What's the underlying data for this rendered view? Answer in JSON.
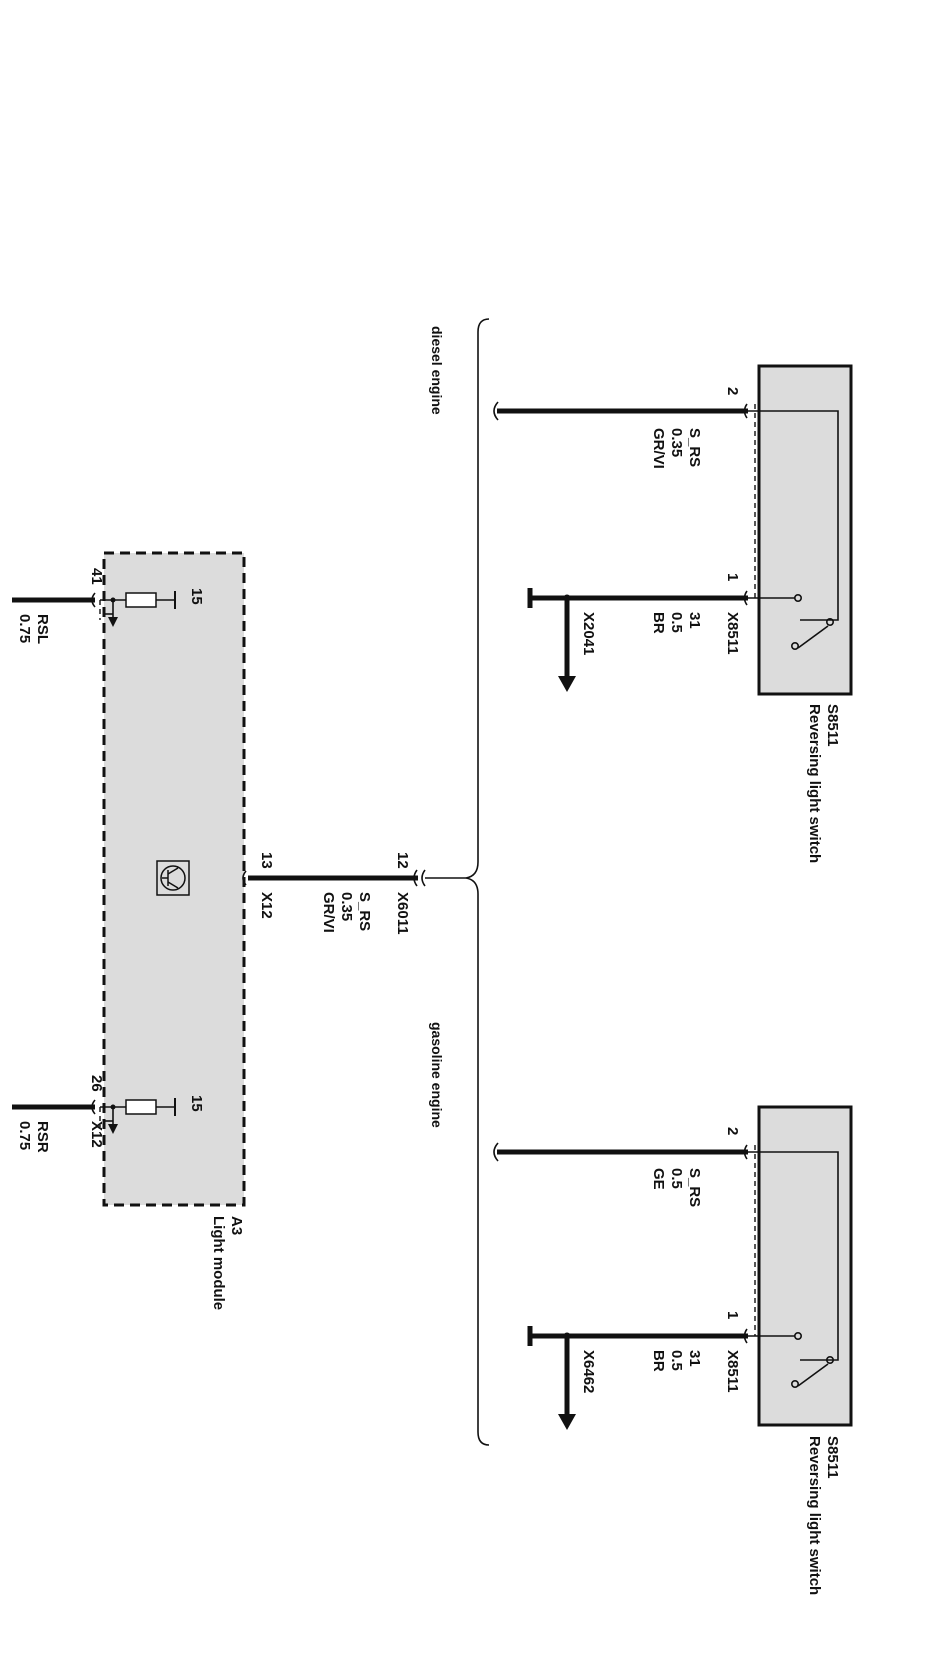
{
  "brace_labels": {
    "diesel": "diesel engine",
    "gasoline": "gasoline engine"
  },
  "switch_diesel": {
    "component_id": "S8511",
    "component_name": "Reversing light switch",
    "connector": "X8511",
    "pin2": "2",
    "pin1": "1",
    "wire_pin2": [
      "S_RS",
      "0.35",
      "GR/VI"
    ],
    "wire_pin1": [
      "31",
      "0.5",
      "BR"
    ],
    "ground": "X2041"
  },
  "switch_gasoline": {
    "component_id": "S8511",
    "component_name": "Reversing light switch",
    "connector": "X8511",
    "pin2": "2",
    "pin1": "1",
    "wire_pin2": [
      "S_RS",
      "0.5",
      "GE"
    ],
    "wire_pin1": [
      "31",
      "0.5",
      "BR"
    ],
    "ground": "X6462"
  },
  "junction": {
    "connector": "X6011",
    "pin": "12"
  },
  "light_module": {
    "component_id": "A3",
    "component_name": "Light module",
    "input_pin": "13",
    "input_connector": "X12",
    "input_wire": [
      "S_RS",
      "0.35",
      "GR/VI"
    ],
    "left_pin": "41",
    "left_wire": [
      "RSL",
      "0.75"
    ],
    "left_fuse": "15",
    "right_pin": "26",
    "right_connector": "X12",
    "right_wire": [
      "RSR",
      "0.75"
    ],
    "right_fuse": "15"
  }
}
